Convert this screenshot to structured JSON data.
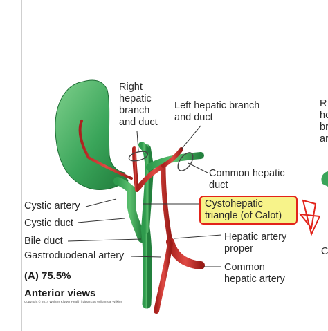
{
  "labels": {
    "right_hepatic": "Right\nhepatic\nbranch\nand duct",
    "left_hepatic": "Left hepatic branch\nand duct",
    "common_hepatic_duct": "Common hepatic\nduct",
    "cystic_artery": "Cystic artery",
    "cystic_duct": "Cystic duct",
    "bile_duct": "Bile duct",
    "gastroduodenal_artery": "Gastroduodenal artery",
    "cystohepatic_triangle": "Cystohepatic\ntriangle (of Calot)",
    "hepatic_artery_proper": "Hepatic artery\nproper",
    "common_hepatic_artery": "Common\nhepatic artery"
  },
  "variant_label": "(A) 75.5%",
  "view_caption": "Anterior views",
  "copyright": "Copyright © 2014 Wolters Kluwer Health | Lippincott Williams & Wilkins",
  "cut_off_right": {
    "top": "R\nhe\nbr\nar",
    "bottom": "C"
  },
  "colors": {
    "duct_green": "#3aa55a",
    "duct_dark": "#1f7a3a",
    "artery_red": "#c9302c",
    "highlight_fill": "#f7f38a",
    "highlight_border": "#e2231a"
  }
}
